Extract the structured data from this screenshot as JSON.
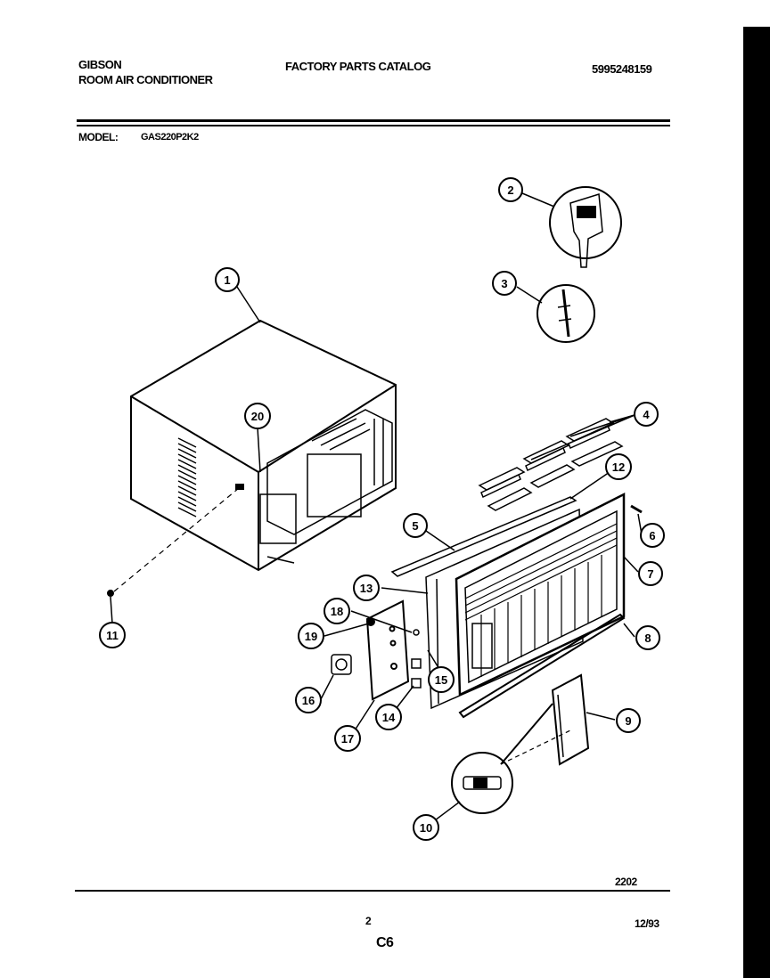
{
  "header": {
    "brand": "GIBSON",
    "product": "ROOM AIR CONDITIONER",
    "catalog": "FACTORY PARTS CATALOG",
    "part_number": "5995248159",
    "model_label": "MODEL:",
    "model_value": "GAS220P2K2"
  },
  "footer": {
    "drawing_number": "2202",
    "page_number": "2",
    "date": "12/93",
    "section_code": "C6"
  },
  "callouts": [
    "1",
    "2",
    "3",
    "4",
    "5",
    "6",
    "7",
    "8",
    "9",
    "10",
    "11",
    "12",
    "13",
    "14",
    "15",
    "16",
    "17",
    "18",
    "19",
    "20"
  ]
}
